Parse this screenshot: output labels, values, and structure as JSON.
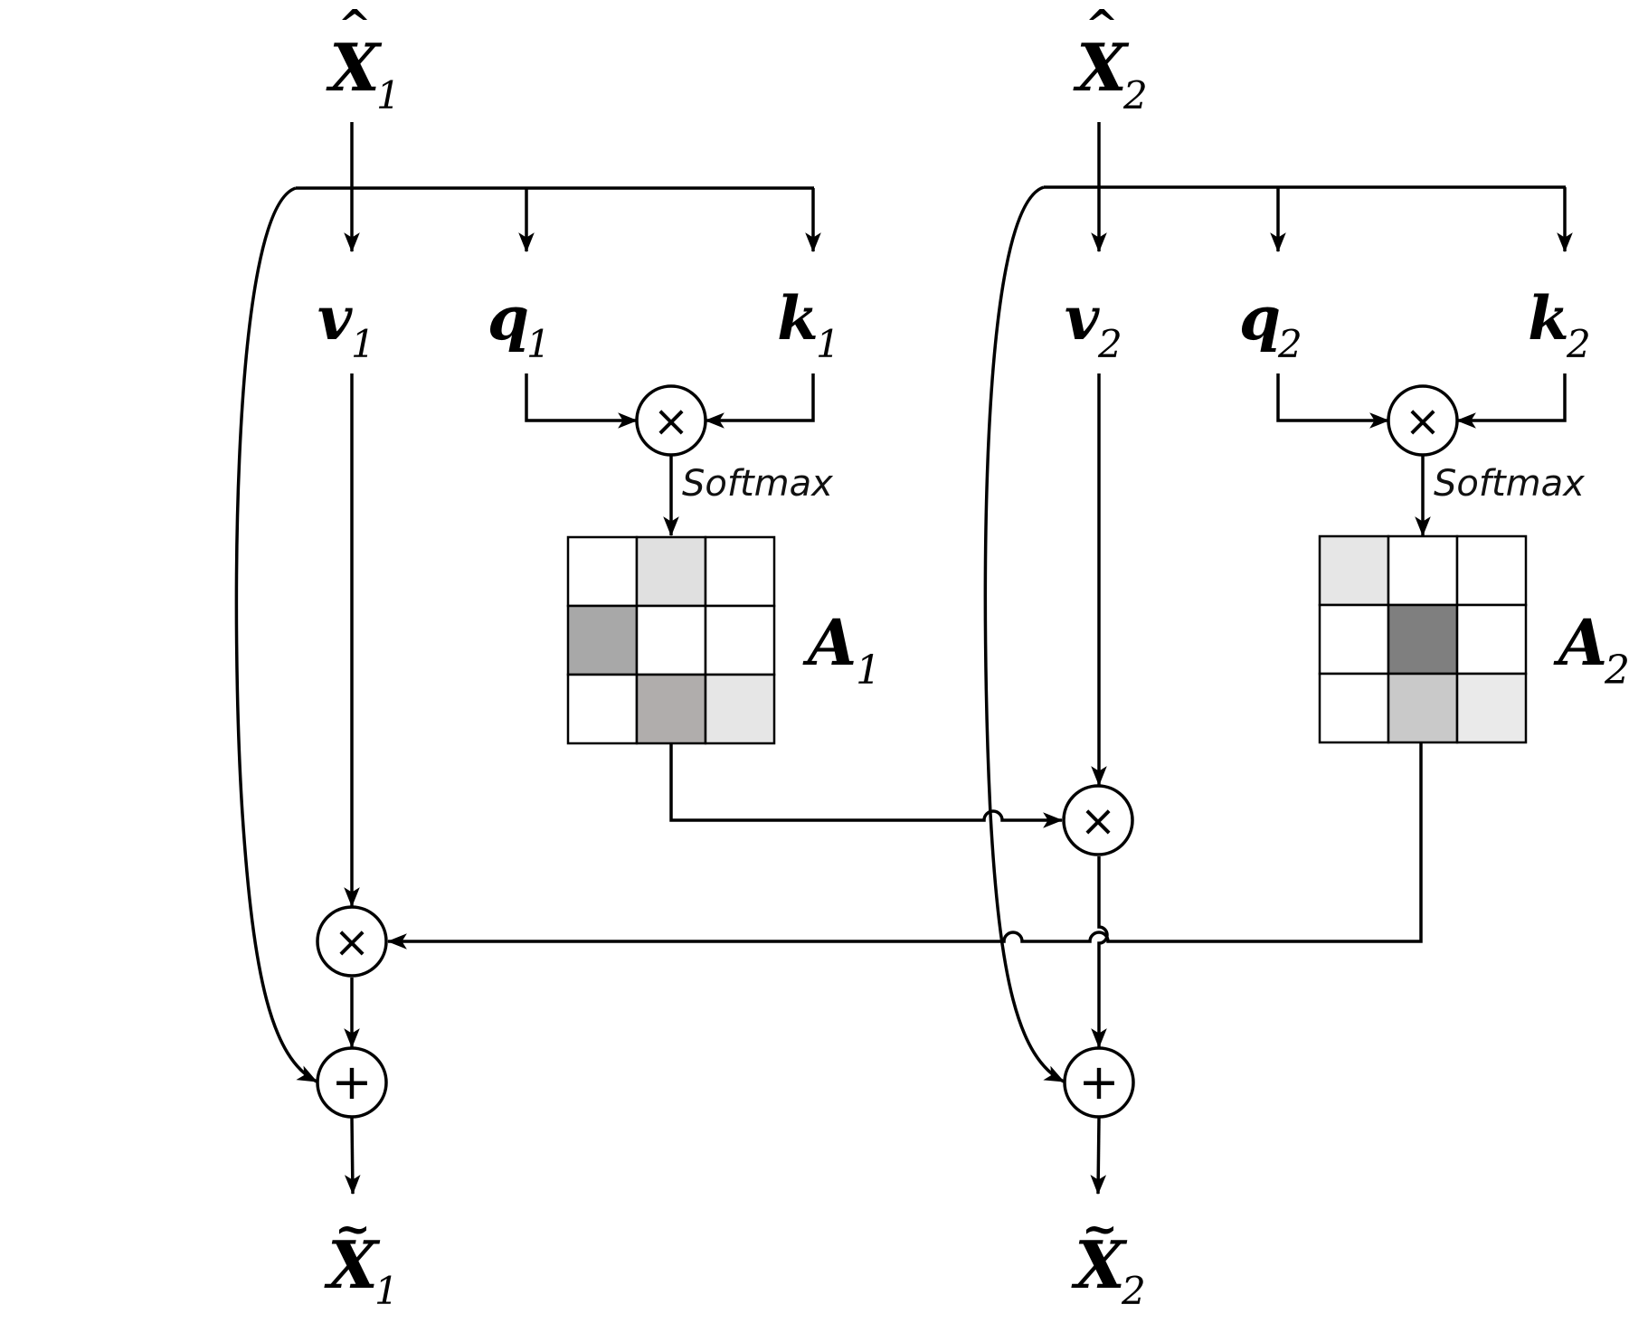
{
  "inputs": [
    {
      "base": "X",
      "accent": "^",
      "sub": "1"
    },
    {
      "base": "X",
      "accent": "^",
      "sub": "2"
    }
  ],
  "branch_1": {
    "v": {
      "base": "v",
      "sub": "1"
    },
    "q": {
      "base": "q",
      "sub": "1"
    },
    "k": {
      "base": "k",
      "sub": "1"
    },
    "softmax_label": "Softmax",
    "attention": {
      "base": "A",
      "sub": "1"
    },
    "attention_cells": [
      [
        "#ffffff",
        "#e0e0e0",
        "#ffffff"
      ],
      [
        "#a8a8a8",
        "#ffffff",
        "#ffffff"
      ],
      [
        "#ffffff",
        "#b0adac",
        "#e6e6e6"
      ]
    ]
  },
  "branch_2": {
    "v": {
      "base": "v",
      "sub": "2"
    },
    "q": {
      "base": "q",
      "sub": "2"
    },
    "k": {
      "base": "k",
      "sub": "2"
    },
    "softmax_label": "Softmax",
    "attention": {
      "base": "A",
      "sub": "2"
    },
    "attention_cells": [
      [
        "#e6e6e6",
        "#ffffff",
        "#ffffff"
      ],
      [
        "#ffffff",
        "#7f7f7f",
        "#ffffff"
      ],
      [
        "#ffffff",
        "#c9c9c9",
        "#eaeaea"
      ]
    ]
  },
  "outputs": [
    {
      "base": "X",
      "accent": "~",
      "sub": "1"
    },
    {
      "base": "X",
      "accent": "~",
      "sub": "2"
    }
  ],
  "operators": {
    "multiply": "×",
    "add": "+"
  }
}
